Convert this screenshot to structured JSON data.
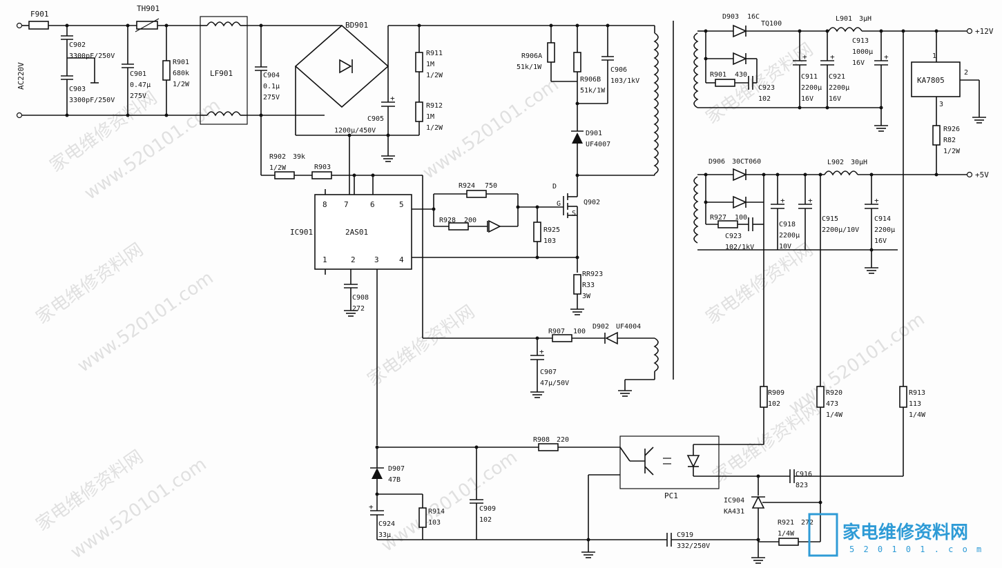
{
  "watermarks": [
    "家电维修资料网",
    "www.520101.com"
  ],
  "logo": {
    "text": "家电维修资料网",
    "sub": "5 2 0 1 0 1 . c o m"
  },
  "input": {
    "label": "AC220V"
  },
  "outputs": {
    "v12": "+12V",
    "v5": "+5V"
  },
  "labels": {
    "F901": "F901",
    "TH901": "TH901",
    "C902": "C902",
    "C902v": "3300pF/250V",
    "C903": "C903",
    "C903v": "3300pF/250V",
    "C901": "C901",
    "C901v1": "0.47μ",
    "C901v2": "275V",
    "R901": "R901",
    "R901v1": "680k",
    "R901v2": "1/2W",
    "LF901": "LF901",
    "C904": "C904",
    "C904v1": "0.1μ",
    "C904v2": "275V",
    "BD901": "BD901",
    "R911": "R911",
    "R911v1": "1M",
    "R911v2": "1/2W",
    "R912": "R912",
    "R912v1": "1M",
    "R912v2": "1/2W",
    "C905": "C905",
    "C905v": "1200μ/450V",
    "R906A": "R906A",
    "R906Av": "51k/1W",
    "R906B": "R906B",
    "R906Bv": "51k/1W",
    "C906": "C906",
    "C906v": "103/1kV",
    "D901": "D901",
    "D901v": "UF4007",
    "R902": "R902",
    "R902v1": "39k",
    "R902v2": "1/2W",
    "R903": "R903",
    "IC901": "IC901",
    "IC901n": "2AS01",
    "pins_top": [
      "8",
      "7",
      "6",
      "5"
    ],
    "pins_bot": [
      "1",
      "2",
      "3",
      "4"
    ],
    "R924": "R924",
    "R924v": "750",
    "R928": "R928",
    "R928v": "200",
    "R925": "R925",
    "R925v": "103",
    "Q902": "Q902",
    "D": "D",
    "G": "G",
    "S": "S",
    "R923": "RR923",
    "R923v1": "R33",
    "R923v2": "3W",
    "C908": "C908",
    "C908v": "272",
    "R907": "R907",
    "R907v": "100",
    "D902": "D902",
    "D902v": "UF4004",
    "C907": "C907",
    "C907v": "47μ/50V",
    "D903": "D903",
    "D903v": "16C",
    "D903v2": "TQ100",
    "R901b": "R901",
    "R901bv": "430",
    "C923a": "C923",
    "C923av": "102",
    "C911": "C911",
    "C911v1": "2200μ",
    "C911v2": "16V",
    "C921": "C921",
    "C921v1": "2200μ",
    "C921v2": "16V",
    "L901": "L901",
    "L901v": "3μH",
    "C913": "C913",
    "C913v1": "1000μ",
    "C913v2": "16V",
    "KA7805": "KA7805",
    "kp1": "1",
    "kp2": "2",
    "kp3": "3",
    "R926": "R926",
    "R926v1": "R82",
    "R926v2": "1/2W",
    "D906": "D906",
    "D906v": "30CT060",
    "L902": "L902",
    "L902v": "30μH",
    "R927": "R927",
    "R927v": "100",
    "C923b": "C923",
    "C923bv": "102/1kV",
    "C918": "C918",
    "C918v1": "2200μ",
    "C918v2": "10V",
    "C915": "C915",
    "C915v": "2200μ/10V",
    "C914": "C914",
    "C914v1": "2200μ",
    "C914v2": "16V",
    "R909": "R909",
    "R909v": "102",
    "R920": "R920",
    "R920v1": "473",
    "R920v2": "1/4W",
    "R913": "R913",
    "R913v1": "113",
    "R913v2": "1/4W",
    "R908": "R908",
    "R908v": "220",
    "PC1": "PC1",
    "C916": "C916",
    "C916v": "823",
    "IC904": "IC904",
    "IC904v": "KA431",
    "R921": "R921",
    "R921v1": "272",
    "R921v2": "1/4W",
    "C919": "C919",
    "C919v": "332/250V",
    "D907": "D907",
    "D907v": "47B",
    "C924": "C924",
    "C924v": "33μ",
    "R914": "R914",
    "R914v": "103",
    "C909": "C909",
    "C909v": "102"
  }
}
